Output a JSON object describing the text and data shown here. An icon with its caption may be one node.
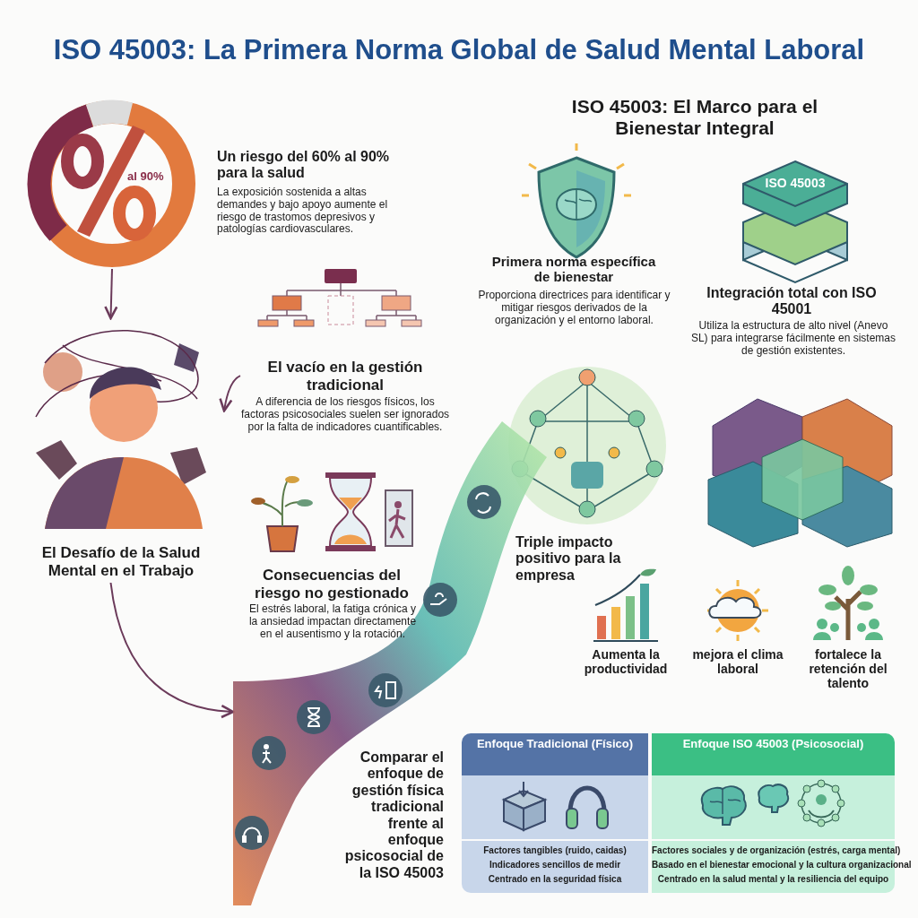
{
  "diagram": {
    "title": "ISO 45003: La Primera Norma Global de Salud Mental Laboral",
    "nodes": [
      {
        "text": [
          "al 90%"
        ]
      },
      {
        "text": [
          "El Desafío de la Salud Mental en el Trabajo"
        ]
      },
      {
        "text": [
          "El vacío en la gestión tradicional",
          "A diferencia de los riesgos físicos, los factoras psicosociales suelen ser ignorados por la falta de indicadores cuantificables."
        ]
      },
      {
        "text": [],
        "shape": "picture"
      }
    ],
    "edges": [
      {
        "from": 0,
        "to": 1,
        "arrow": "to"
      },
      {
        "from": 2,
        "to": 1,
        "arrow": "to"
      },
      {
        "from": 1,
        "to": 3,
        "arrow": "to"
      }
    ],
    "labels": [
      "Un riesgo del 60% al 90% para la salud",
      "La exposición sostenida a altas demandes y bajo apoyo aumente el riesgo de trastomos depresivos y patologías cardiovasculares.",
      "Consecuencias del riesgo no gestionado",
      "El estrés laboral, la fatiga crónica y la ansiedad impactan directamente en el ausentismo y la rotación.",
      "ISO 45003: El Marco para el Bienestar Integral",
      "Primera norma específica de bienestar",
      "Proporciona directrices para identificar y mitigar riesgos derivados de la organización y el entorno laboral.",
      "ISO 45003",
      "Integración total con ISO 45001",
      "Utiliza la estructura de alto nivel (Anevo SL) para integrarse fácilmente en sistemas de gestión existentes.",
      "Triple impacto positivo para la empresa",
      "Aumenta la productividad",
      "mejora el clima laboral",
      "fortalece la retención del talento",
      "Comparar el enfoque de gestión física tradicional frente al enfoque psicosocial de la ISO 45003",
      "Enfoque Tradicional (Físico)",
      "Enfoque ISO 45003 (Psicosocial)",
      "Factores tangibles (ruido, caidas)",
      "Indicadores sencillos de medir",
      "Centrado en la seguridad física",
      "Factores sociales y de organización (estrés, carga mental)",
      "Basado en el bienestar emocional y la cultura organizacional",
      "Centrado en la salud mental y la resiliencia del equipo"
    ]
  }
}
